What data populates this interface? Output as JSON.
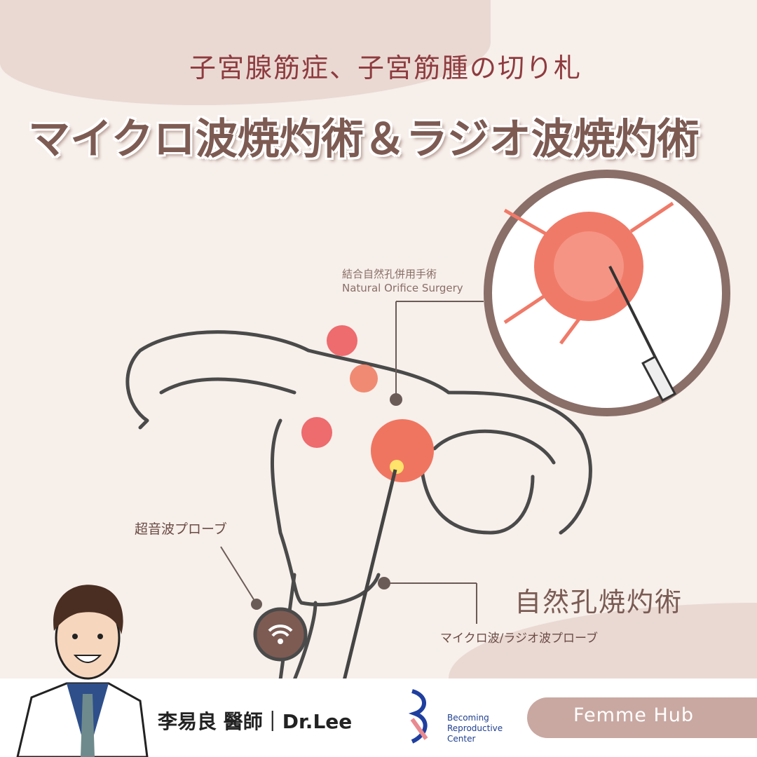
{
  "header": {
    "subtitle": "子宮腺筋症、子宮筋腫の切り札",
    "title": "マイクロ波焼灼術＆ラジオ波焼灼術"
  },
  "diagram": {
    "callout_top_ja": "結合自然孔併用手術",
    "callout_top_en": "Natural Orifice Surgery",
    "ultrasound_probe": "超音波プローブ",
    "procedure_name": "自然孔焼灼術",
    "ablation_probe": "マイクロ波/ラジオ波プローブ"
  },
  "footer": {
    "doctor": "李易良 醫師｜Dr.Lee",
    "center_line1": "Becoming",
    "center_line2": "Reproductive",
    "center_line3": "Center",
    "brand": "Femme Hub"
  },
  "colors": {
    "background": "#f7efea",
    "accent": "#7d5b53",
    "title_red": "#8e3b3f",
    "pill": "#c9a8a1"
  }
}
